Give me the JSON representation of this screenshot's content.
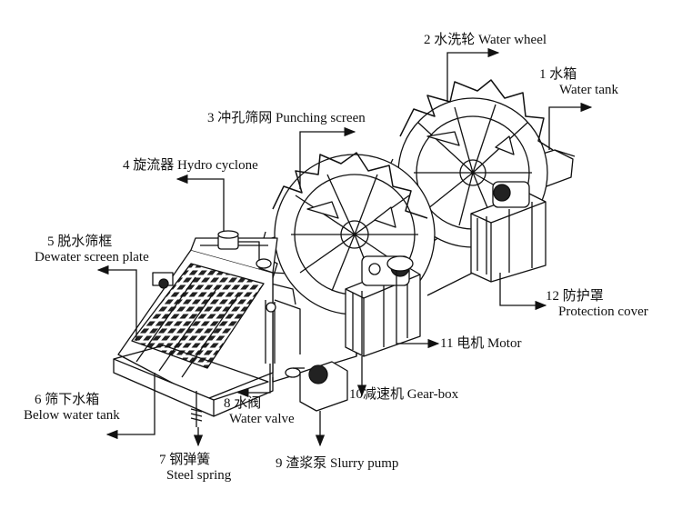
{
  "diagram": {
    "labels": [
      {
        "id": "l1",
        "num": "1",
        "zh": "水箱",
        "en": "Water tank"
      },
      {
        "id": "l2",
        "num": "2",
        "zh": "水洗轮",
        "en": "Water wheel"
      },
      {
        "id": "l3",
        "num": "3",
        "zh": "冲孔筛网",
        "en": "Punching screen"
      },
      {
        "id": "l4",
        "num": "4",
        "zh": "旋流器",
        "en": "Hydro cyclone"
      },
      {
        "id": "l5",
        "num": "5",
        "zh": "脱水筛框",
        "en": "Dewater screen plate"
      },
      {
        "id": "l6",
        "num": "6",
        "zh": "筛下水箱",
        "en": "Below water tank"
      },
      {
        "id": "l7",
        "num": "7",
        "zh": "钢弹簧",
        "en": "Steel spring"
      },
      {
        "id": "l8",
        "num": "8",
        "zh": "水阀",
        "en": "Water valve"
      },
      {
        "id": "l9",
        "num": "9",
        "zh": "渣浆泵",
        "en": "Slurry pump"
      },
      {
        "id": "l10",
        "num": "10",
        "zh": "减速机",
        "en": "Gear-box"
      },
      {
        "id": "l11",
        "num": "11",
        "zh": "电机",
        "en": "Motor"
      },
      {
        "id": "l12",
        "num": "12",
        "zh": "防护罩",
        "en": "Protection cover"
      }
    ]
  }
}
